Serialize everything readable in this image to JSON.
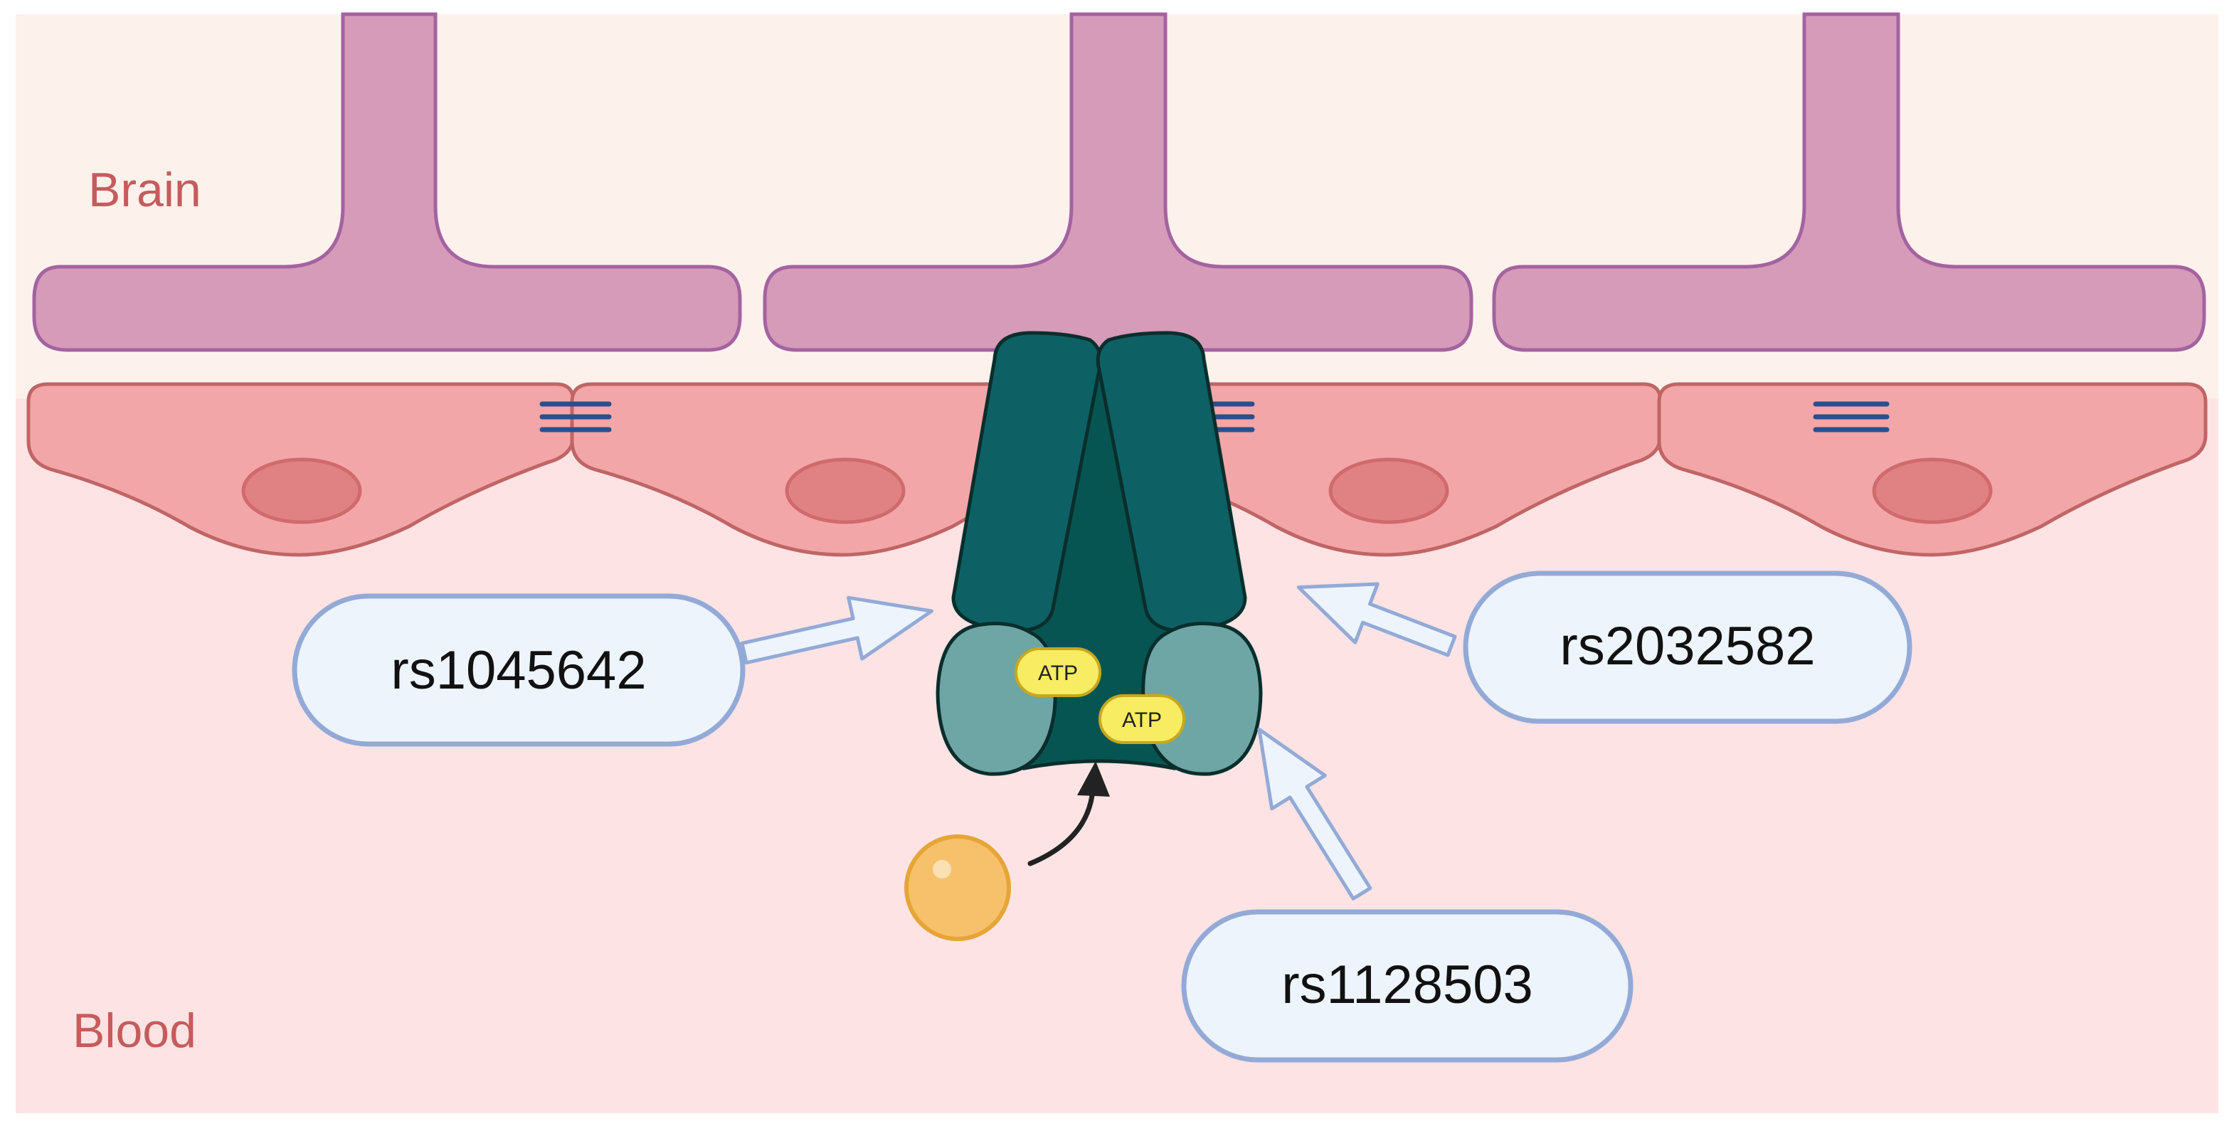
{
  "regions": {
    "brain": "Brain",
    "blood": "Blood"
  },
  "variants": [
    {
      "id": "rs1045642"
    },
    {
      "id": "rs2032582"
    },
    {
      "id": "rs1128503"
    }
  ],
  "transporter": {
    "binding_sites": [
      "ATP",
      "ATP"
    ]
  },
  "colors": {
    "brain_bg": "#fdf1ec",
    "blood_bg": "#fde3e4",
    "astrocyte": "#d59bb9",
    "astrocyte_stroke": "#a463a0",
    "endothelial": "#f3a6a8",
    "endothelial_stroke": "#c06565",
    "nucleus": "#e08283",
    "tight_junction": "#2a4f8f",
    "transporter_dark": "#0d6165",
    "transporter_core": "#075552",
    "transporter_nbd": "#6ea6a5",
    "atp": "#f7ec62",
    "substrate": "#f6c16a",
    "label_box": "#edf4fc",
    "label_stroke": "#93aad7",
    "region_text": "#c55c5c"
  },
  "icons": [
    "substrate-molecule-icon",
    "efflux-arrow-icon",
    "tight-junction-icon"
  ]
}
